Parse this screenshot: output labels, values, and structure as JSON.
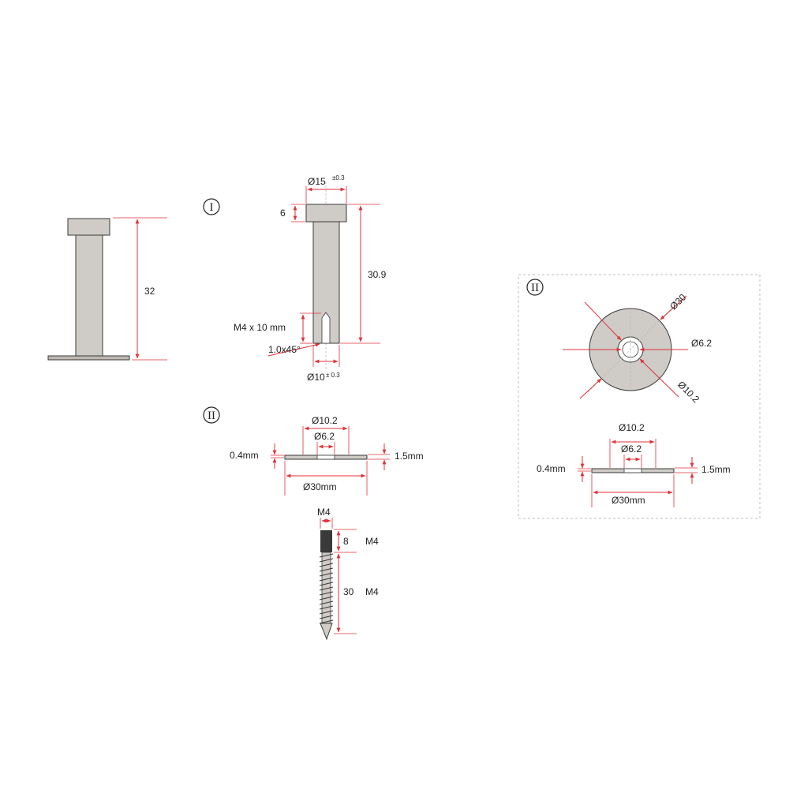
{
  "colors": {
    "dimension": "#e0323a",
    "part": "#cfcbc6",
    "outline": "#3a3a3a",
    "text": "#222222"
  },
  "overall": {
    "height_label": "32"
  },
  "section_i": {
    "marker": "I",
    "head_diameter": "Ø15",
    "head_tolerance": "±0.3",
    "head_height": "6",
    "length": "30.9",
    "thread": "M4 x 10 mm",
    "chamfer": "1.0x45°",
    "shaft_diameter": "Ø10",
    "shaft_tolerance": "± 0.3"
  },
  "section_ii": {
    "marker": "II",
    "outer_hole": "Ø10.2",
    "inner_hole": "Ø6.2",
    "thin": "0.4mm",
    "thick": "1.5mm",
    "diameter": "Ø30mm"
  },
  "screw": {
    "top_thread": "M4",
    "short_length": "8",
    "short_label": "M4",
    "long_length": "30",
    "long_label": "M4"
  },
  "detail_ii": {
    "marker": "II",
    "outer": "Ø30",
    "hole": "Ø6.2",
    "counterbore": "Ø10.2",
    "outer_hole": "Ø10.2",
    "inner_hole": "Ø6.2",
    "thin": "0.4mm",
    "thick": "1.5mm",
    "diameter": "Ø30mm"
  }
}
